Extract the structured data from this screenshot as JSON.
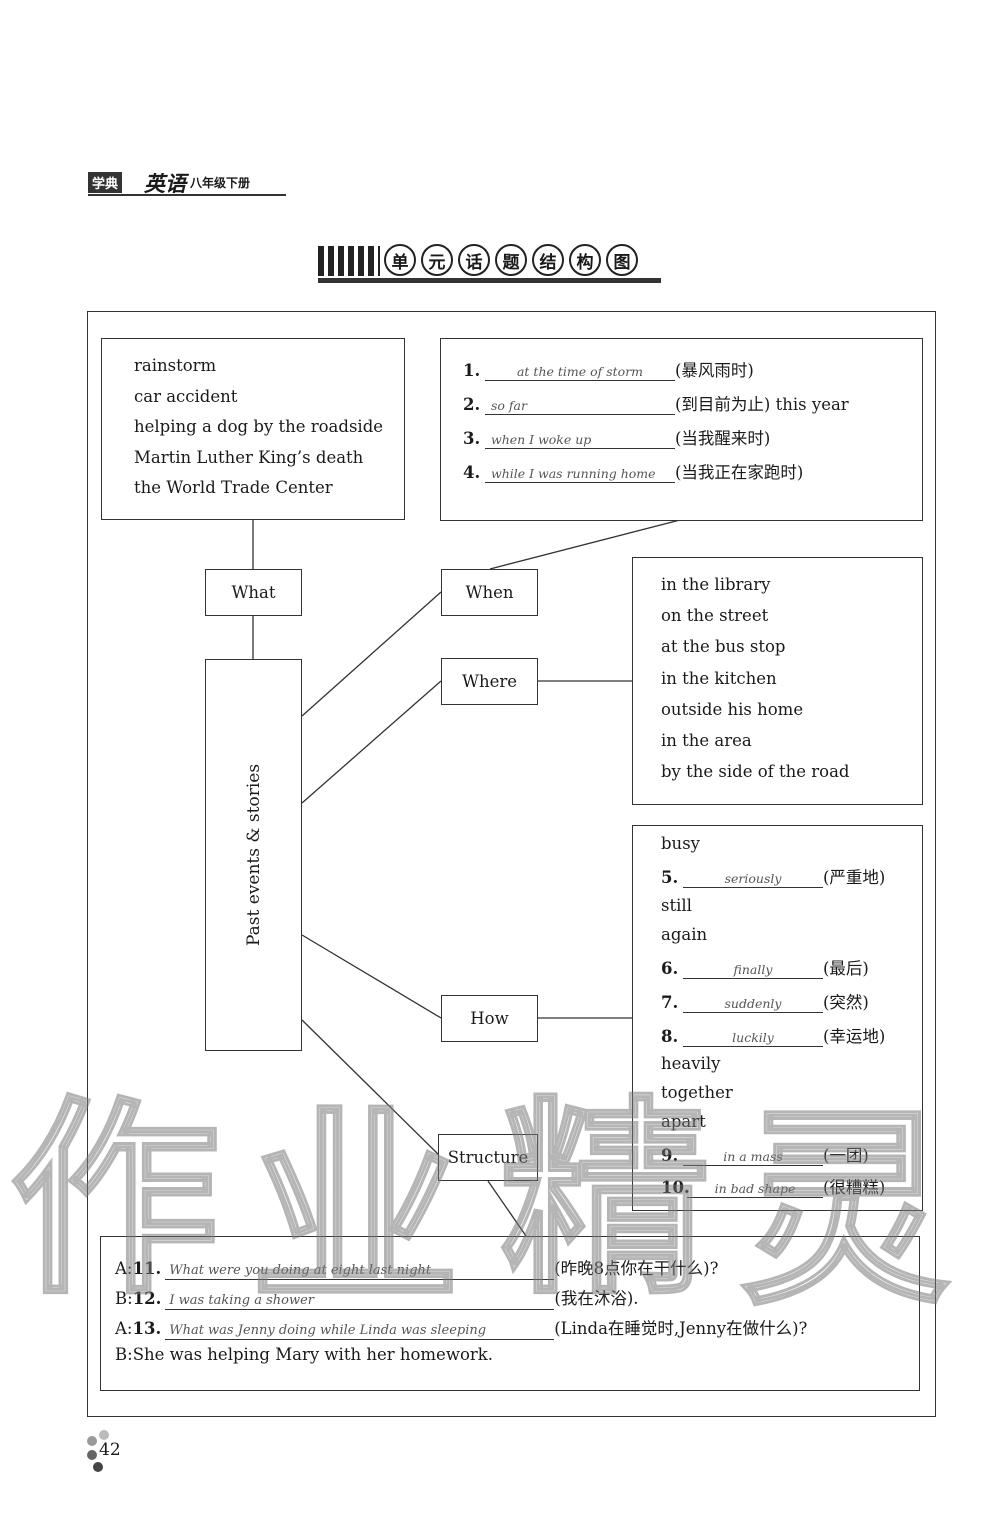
{
  "header": {
    "publisher": "学典",
    "subject": "英语",
    "grade": "八年级下册"
  },
  "section_title": [
    "单",
    "元",
    "话",
    "题",
    "结",
    "构",
    "图"
  ],
  "what_box": {
    "label": "What",
    "items": [
      "rainstorm",
      "car accident",
      "helping a dog by the roadside",
      "Martin Luther King’s death",
      "the World Trade Center"
    ]
  },
  "when_box": {
    "label": "When",
    "items": [
      {
        "num": "1.",
        "answer": "at the time of storm",
        "hint": "(暴风雨时)"
      },
      {
        "num": "2.",
        "answer": "so far",
        "hint": "(到目前为止) this year"
      },
      {
        "num": "3.",
        "answer": "when I woke up",
        "hint": "(当我醒来时)"
      },
      {
        "num": "4.",
        "answer": "while I was running home",
        "hint": "(当我正在家跑时)"
      }
    ]
  },
  "center_label": "Past events & stories",
  "where_box": {
    "label": "Where",
    "items": [
      "in the library",
      "on the street",
      "at the bus stop",
      "in the kitchen",
      "outside his home",
      "in the area",
      "by the side of the road"
    ]
  },
  "how_box": {
    "label": "How",
    "rows": [
      {
        "num": "",
        "answer": "",
        "text": "busy"
      },
      {
        "num": "5.",
        "answer": "seriously",
        "text": "(严重地)"
      },
      {
        "num": "",
        "answer": "",
        "text": "still"
      },
      {
        "num": "",
        "answer": "",
        "text": "again"
      },
      {
        "num": "6.",
        "answer": "finally",
        "text": "(最后)"
      },
      {
        "num": "7.",
        "answer": "suddenly",
        "text": "(突然)"
      },
      {
        "num": "8.",
        "answer": "luckily",
        "text": "(幸运地)"
      },
      {
        "num": "",
        "answer": "",
        "text": "heavily"
      },
      {
        "num": "",
        "answer": "",
        "text": "together"
      },
      {
        "num": "",
        "answer": "",
        "text": "apart"
      },
      {
        "num": "9.",
        "answer": "in a mass",
        "text": "(一团)"
      },
      {
        "num": "10.",
        "answer": "in bad shape",
        "text": "(很糟糕)"
      }
    ]
  },
  "structure_label": "Structure",
  "dialog": [
    {
      "speaker": "A:",
      "num": "11.",
      "answer": "What were you doing at eight last night",
      "hint": "(昨晚8点你在干什么)?"
    },
    {
      "speaker": "B:",
      "num": "12.",
      "answer": "I was taking a shower",
      "hint": "(我在沐浴)."
    },
    {
      "speaker": "A:",
      "num": "13.",
      "answer": "What was Jenny doing while Linda was sleeping",
      "hint": "(Linda在睡觉时,Jenny在做什么)?"
    },
    {
      "speaker": "B:",
      "num": "",
      "answer": "",
      "hint": "She was helping Mary with her homework."
    }
  ],
  "watermark": [
    "作",
    "业",
    "精",
    "灵"
  ],
  "page_number": "42"
}
